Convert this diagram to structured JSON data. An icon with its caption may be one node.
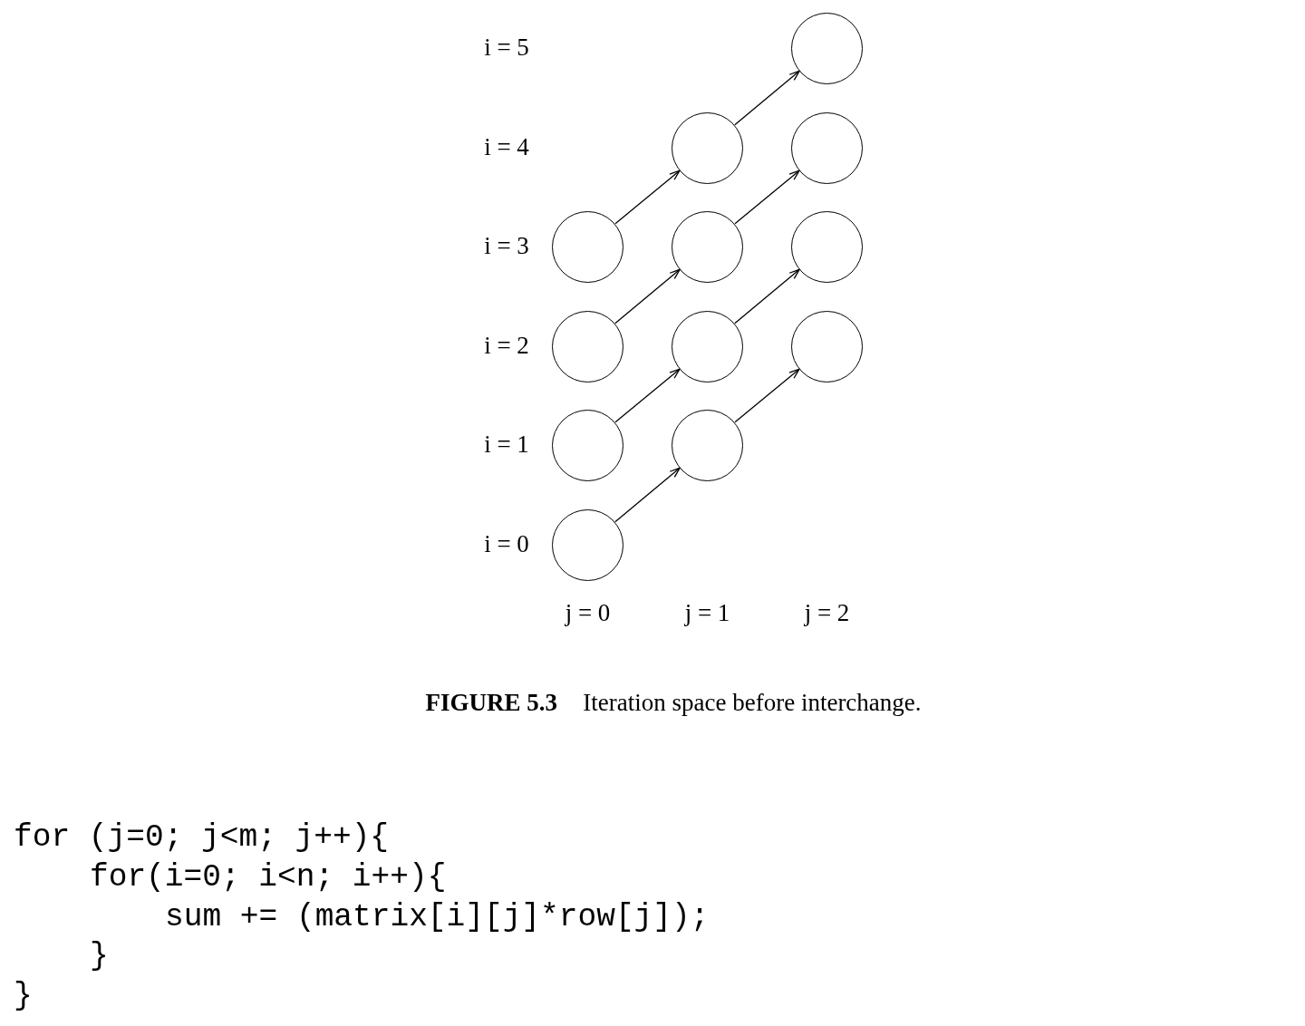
{
  "diagram": {
    "caption": "**FIGURE 5.3** Iteration space before interchange.",
    "nodes": [
      {
        "text": [],
        "shape": "circle"
      },
      {
        "text": [],
        "shape": "circle"
      },
      {
        "text": [],
        "shape": "circle"
      },
      {
        "text": [],
        "shape": "circle"
      },
      {
        "text": [],
        "shape": "circle"
      },
      {
        "text": [],
        "shape": "circle"
      },
      {
        "text": [],
        "shape": "circle"
      },
      {
        "text": [],
        "shape": "circle"
      },
      {
        "text": [],
        "shape": "circle"
      },
      {
        "text": [],
        "shape": "circle"
      },
      {
        "text": [],
        "shape": "circle"
      },
      {
        "text": [],
        "shape": "circle"
      }
    ],
    "edges": [
      {
        "from": 11,
        "to": 10,
        "arrow": "to"
      },
      {
        "from": 9,
        "to": 7,
        "arrow": "to"
      },
      {
        "from": 10,
        "to": 8,
        "arrow": "to"
      },
      {
        "from": 6,
        "to": 4,
        "arrow": "to"
      },
      {
        "from": 7,
        "to": 5,
        "arrow": "to"
      },
      {
        "from": 3,
        "to": 1,
        "arrow": "to"
      },
      {
        "from": 4,
        "to": 2,
        "arrow": "to"
      },
      {
        "from": 1,
        "to": 0,
        "arrow": "to"
      }
    ],
    "labels": [
      "i = 5",
      "i = 4",
      "i = 3",
      "i = 2",
      "i = 1",
      "i = 0",
      "j = 0",
      "j = 1",
      "j = 2",
      "for (j=0; j<m; j++){",
      "for(i=0; i<n; i++){",
      "sum += (matrix[i][j]*row[j]);",
      "}",
      "}"
    ]
  }
}
